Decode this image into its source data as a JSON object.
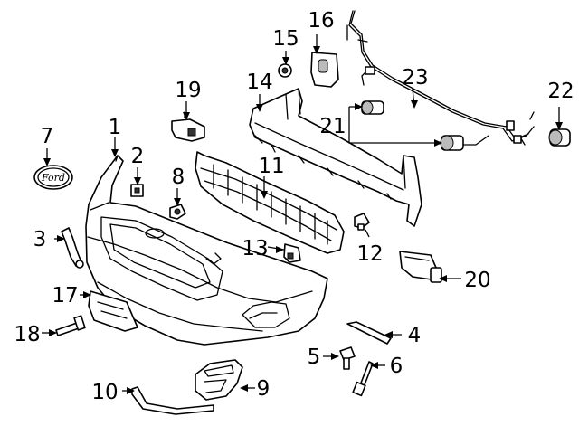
{
  "diagram": {
    "callouts": [
      {
        "id": "c1",
        "label": "1"
      },
      {
        "id": "c2",
        "label": "2"
      },
      {
        "id": "c3",
        "label": "3"
      },
      {
        "id": "c4",
        "label": "4"
      },
      {
        "id": "c5",
        "label": "5"
      },
      {
        "id": "c6",
        "label": "6"
      },
      {
        "id": "c7",
        "label": "7"
      },
      {
        "id": "c8",
        "label": "8"
      },
      {
        "id": "c9",
        "label": "9"
      },
      {
        "id": "c10",
        "label": "10"
      },
      {
        "id": "c11",
        "label": "11"
      },
      {
        "id": "c12",
        "label": "12"
      },
      {
        "id": "c13",
        "label": "13"
      },
      {
        "id": "c14",
        "label": "14"
      },
      {
        "id": "c15",
        "label": "15"
      },
      {
        "id": "c16",
        "label": "16"
      },
      {
        "id": "c17",
        "label": "17"
      },
      {
        "id": "c18",
        "label": "18"
      },
      {
        "id": "c19",
        "label": "19"
      },
      {
        "id": "c20",
        "label": "20"
      },
      {
        "id": "c21",
        "label": "21"
      },
      {
        "id": "c22",
        "label": "22"
      },
      {
        "id": "c23",
        "label": "23"
      }
    ],
    "emblem_text": "Ford"
  }
}
